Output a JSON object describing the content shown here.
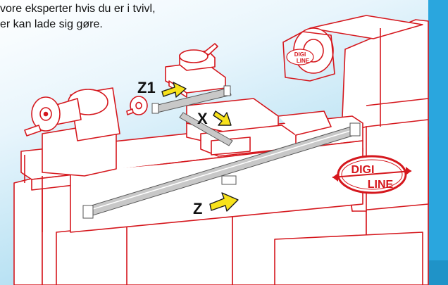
{
  "caption": {
    "line1": "vore eksperter hvis du er i tvivl,",
    "line2": "er kan lade sig gøre."
  },
  "axes": {
    "z1": "Z1",
    "x": "X",
    "z": "Z"
  },
  "brand": {
    "logo_small_top": "DIGI",
    "logo_small_bottom": "LINE",
    "logo_large_top": "DIGI",
    "logo_large_bottom": "LINE"
  },
  "colors": {
    "outline": "#d5171d",
    "fill": "#ffffff",
    "arrow": "#f7e21b",
    "scale": "#b9b9b9",
    "accent": "#2aa6de"
  }
}
